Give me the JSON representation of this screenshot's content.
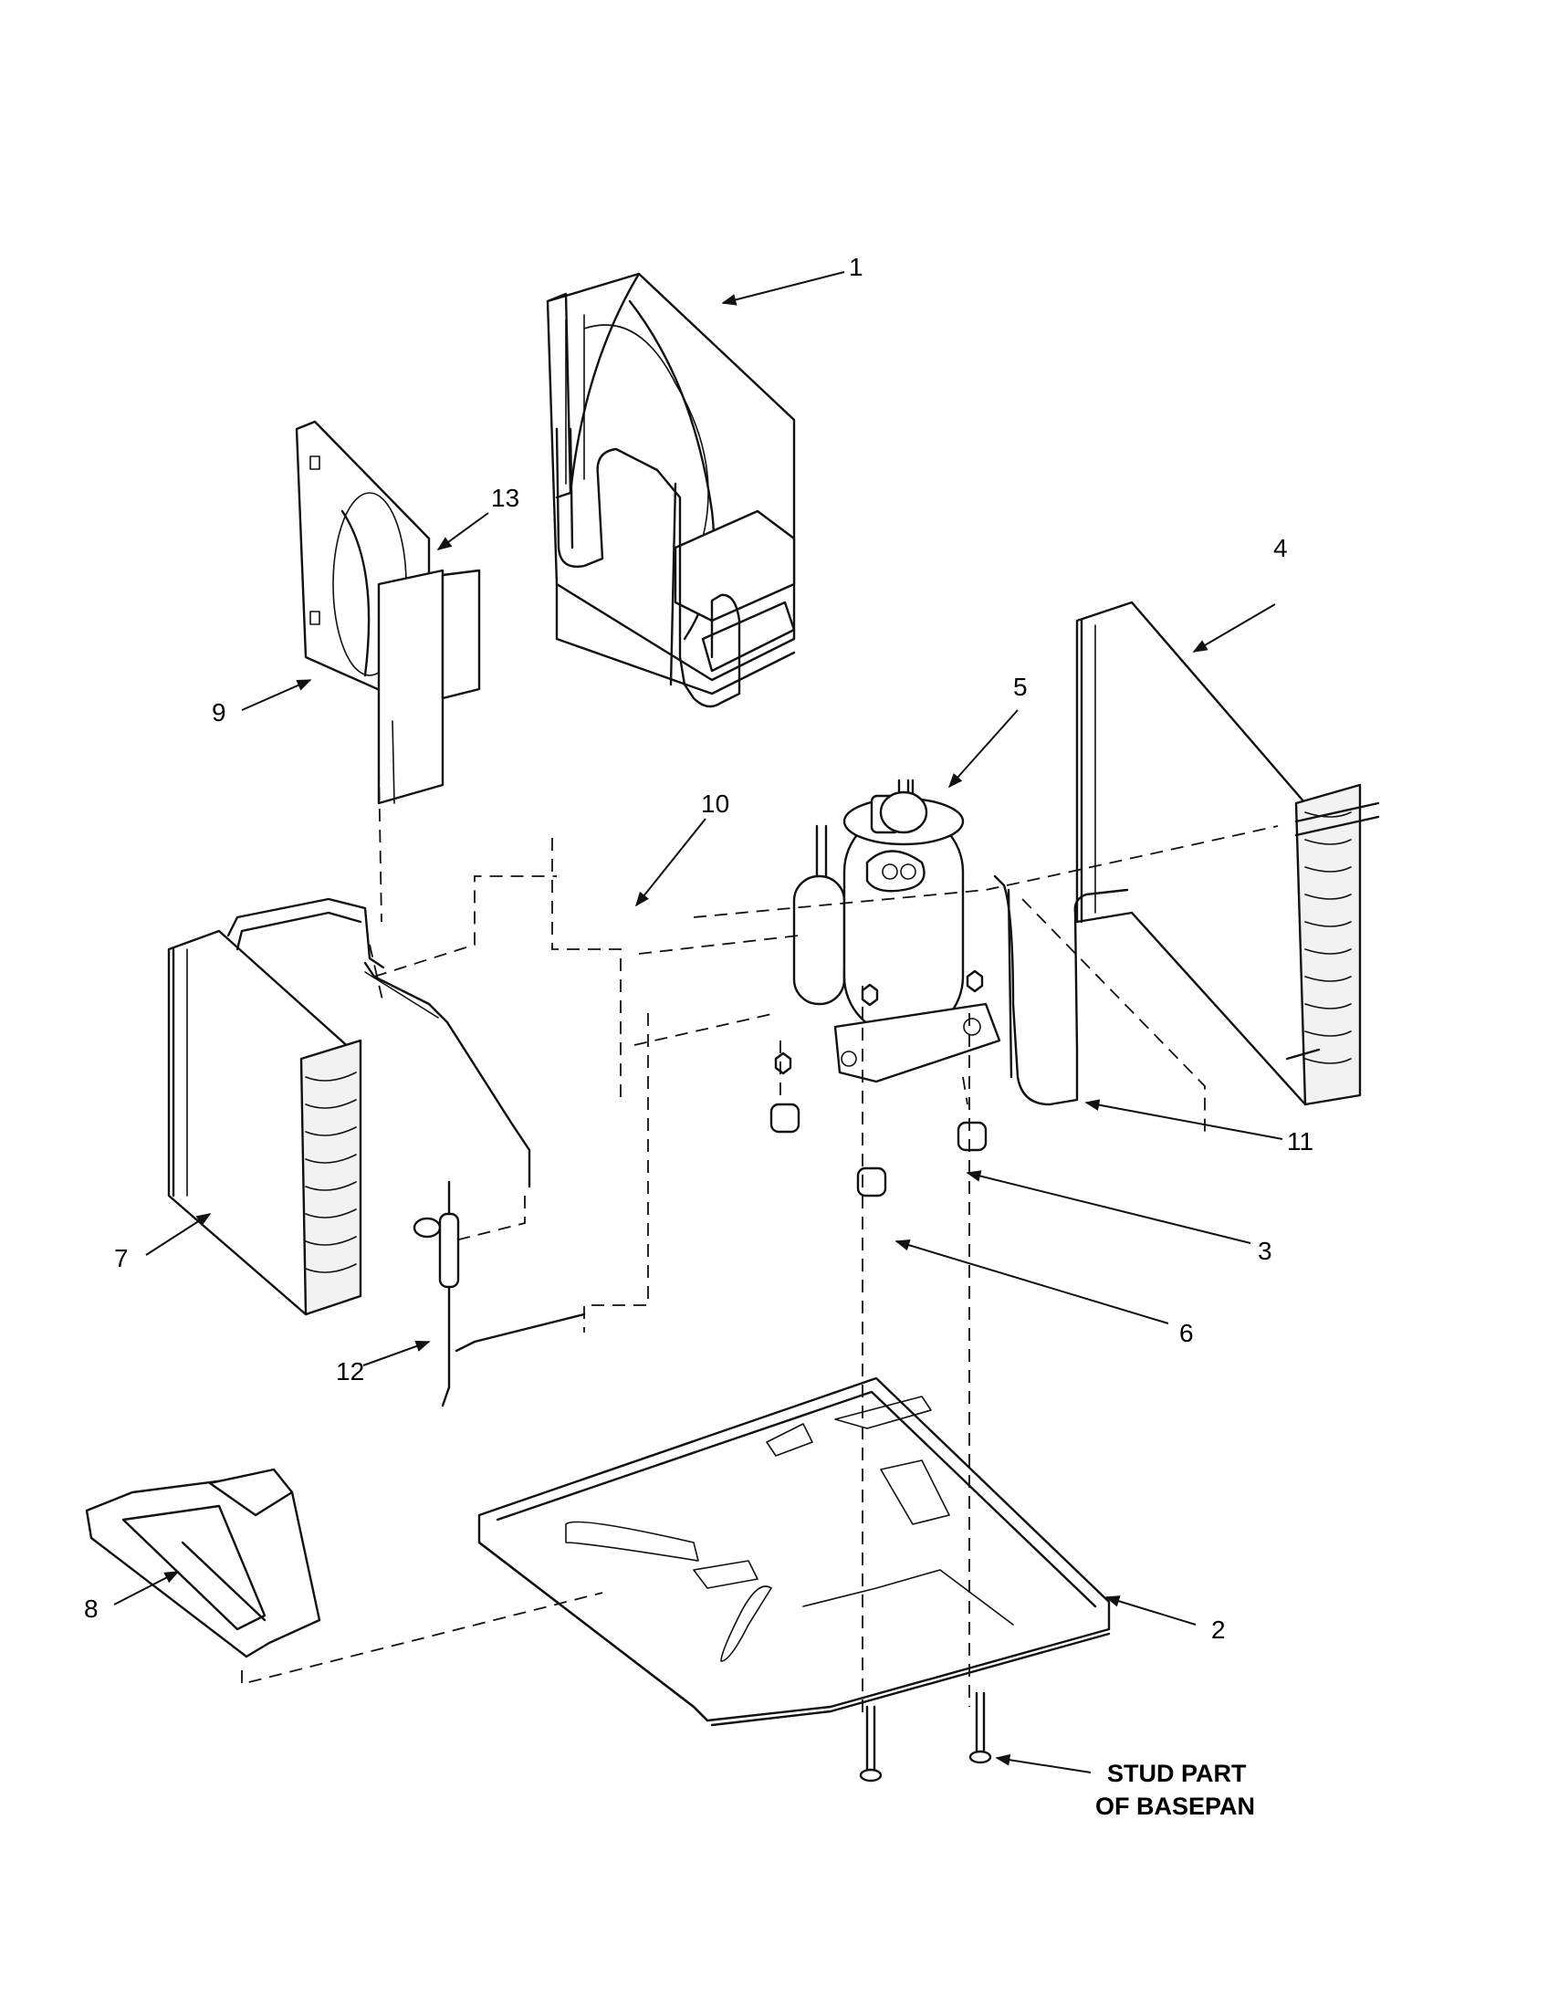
{
  "callouts": [
    "1",
    "2",
    "3",
    "4",
    "5",
    "6",
    "7",
    "8",
    "9",
    "10",
    "11",
    "12",
    "13"
  ],
  "note": {
    "line1": "STUD PART",
    "line2": "OF BASEPAN"
  },
  "colors": {
    "ink": "#111111",
    "paper": "#ffffff"
  }
}
